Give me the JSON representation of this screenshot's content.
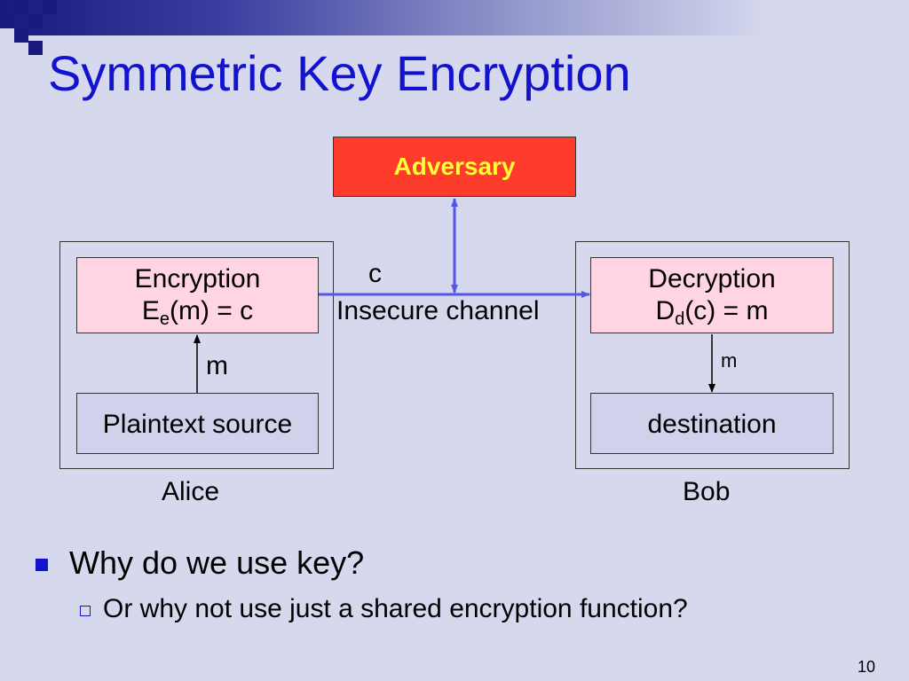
{
  "slide": {
    "title": "Symmetric Key Encryption",
    "page_number": "10"
  },
  "diagram": {
    "adversary": "Adversary",
    "alice": {
      "label": "Alice",
      "encryption": {
        "line1": "Encryption",
        "func": "E",
        "sub": "e",
        "rest": "(m) = c"
      },
      "source": "Plaintext source",
      "arrow_label": "m"
    },
    "channel": {
      "symbol": "c",
      "label": "Insecure channel"
    },
    "bob": {
      "label": "Bob",
      "decryption": {
        "line1": "Decryption",
        "func": "D",
        "sub": "d",
        "rest": "(c) = m"
      },
      "destination": "destination",
      "arrow_label": "m"
    }
  },
  "bullets": [
    {
      "text": "Why do we use key?",
      "sub_bullets": [
        "Or why not use just a shared encryption function?"
      ]
    }
  ],
  "colors": {
    "title": "#1313cf",
    "adversary_fill": "#ff3b2c",
    "adversary_text": "#ffff33",
    "crypto_box_fill": "#ffd4e3",
    "endpoint_box_fill": "#d0d2ec",
    "channel_arrow": "#5555ee",
    "background": "#d6d9ee"
  }
}
